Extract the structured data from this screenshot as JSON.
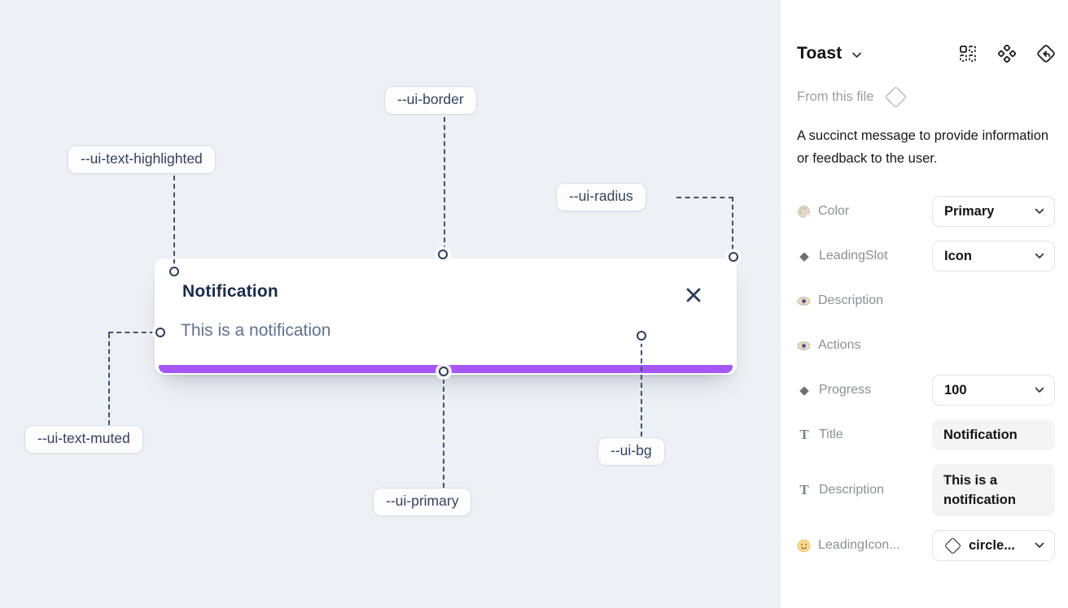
{
  "canvas": {
    "toast": {
      "title": "Notification",
      "description": "This is a notification",
      "close_icon": "x-icon",
      "progress_color": "#a557f6",
      "progress_value": "100%"
    },
    "annotations": {
      "border": {
        "label": "--ui-border"
      },
      "highlighted": {
        "label": "--ui-text-highlighted"
      },
      "radius": {
        "label": "--ui-radius"
      },
      "muted": {
        "label": "--ui-text-muted"
      },
      "primary": {
        "label": "--ui-primary"
      },
      "bg": {
        "label": "--ui-bg"
      }
    }
  },
  "panel": {
    "title": "Toast",
    "source_label": "From this file",
    "description": "A succinct message to provide information or feedback to the user.",
    "header_icons": [
      "component-properties-icon",
      "component-icon",
      "go-to-main-component-icon"
    ],
    "accent_colors": {
      "toggle_on": "#17a0fb",
      "progress": "#a557f6"
    },
    "properties": {
      "color": {
        "icon": "palette-icon",
        "label": "Color",
        "value": "Primary"
      },
      "leading_slot": {
        "icon": "diamond-icon",
        "icon_char": "◆",
        "label": "LeadingSlot",
        "value": "Icon"
      },
      "description": {
        "icon": "eye-icon",
        "label": "Description",
        "value": "on"
      },
      "actions": {
        "icon": "eye-icon",
        "label": "Actions",
        "value": "on"
      },
      "progress": {
        "icon": "diamond-icon",
        "icon_char": "◆",
        "label": "Progress",
        "value": "100"
      },
      "title_field": {
        "icon": "text-icon",
        "icon_char": "T",
        "label": "Title",
        "value": "Notification"
      },
      "desc_field": {
        "icon": "text-icon",
        "icon_char": "T",
        "label": "Description",
        "value": "This is a notification"
      },
      "leading_icon": {
        "icon": "smiley-icon",
        "label": "LeadingIcon...",
        "value": "circle..."
      }
    }
  }
}
